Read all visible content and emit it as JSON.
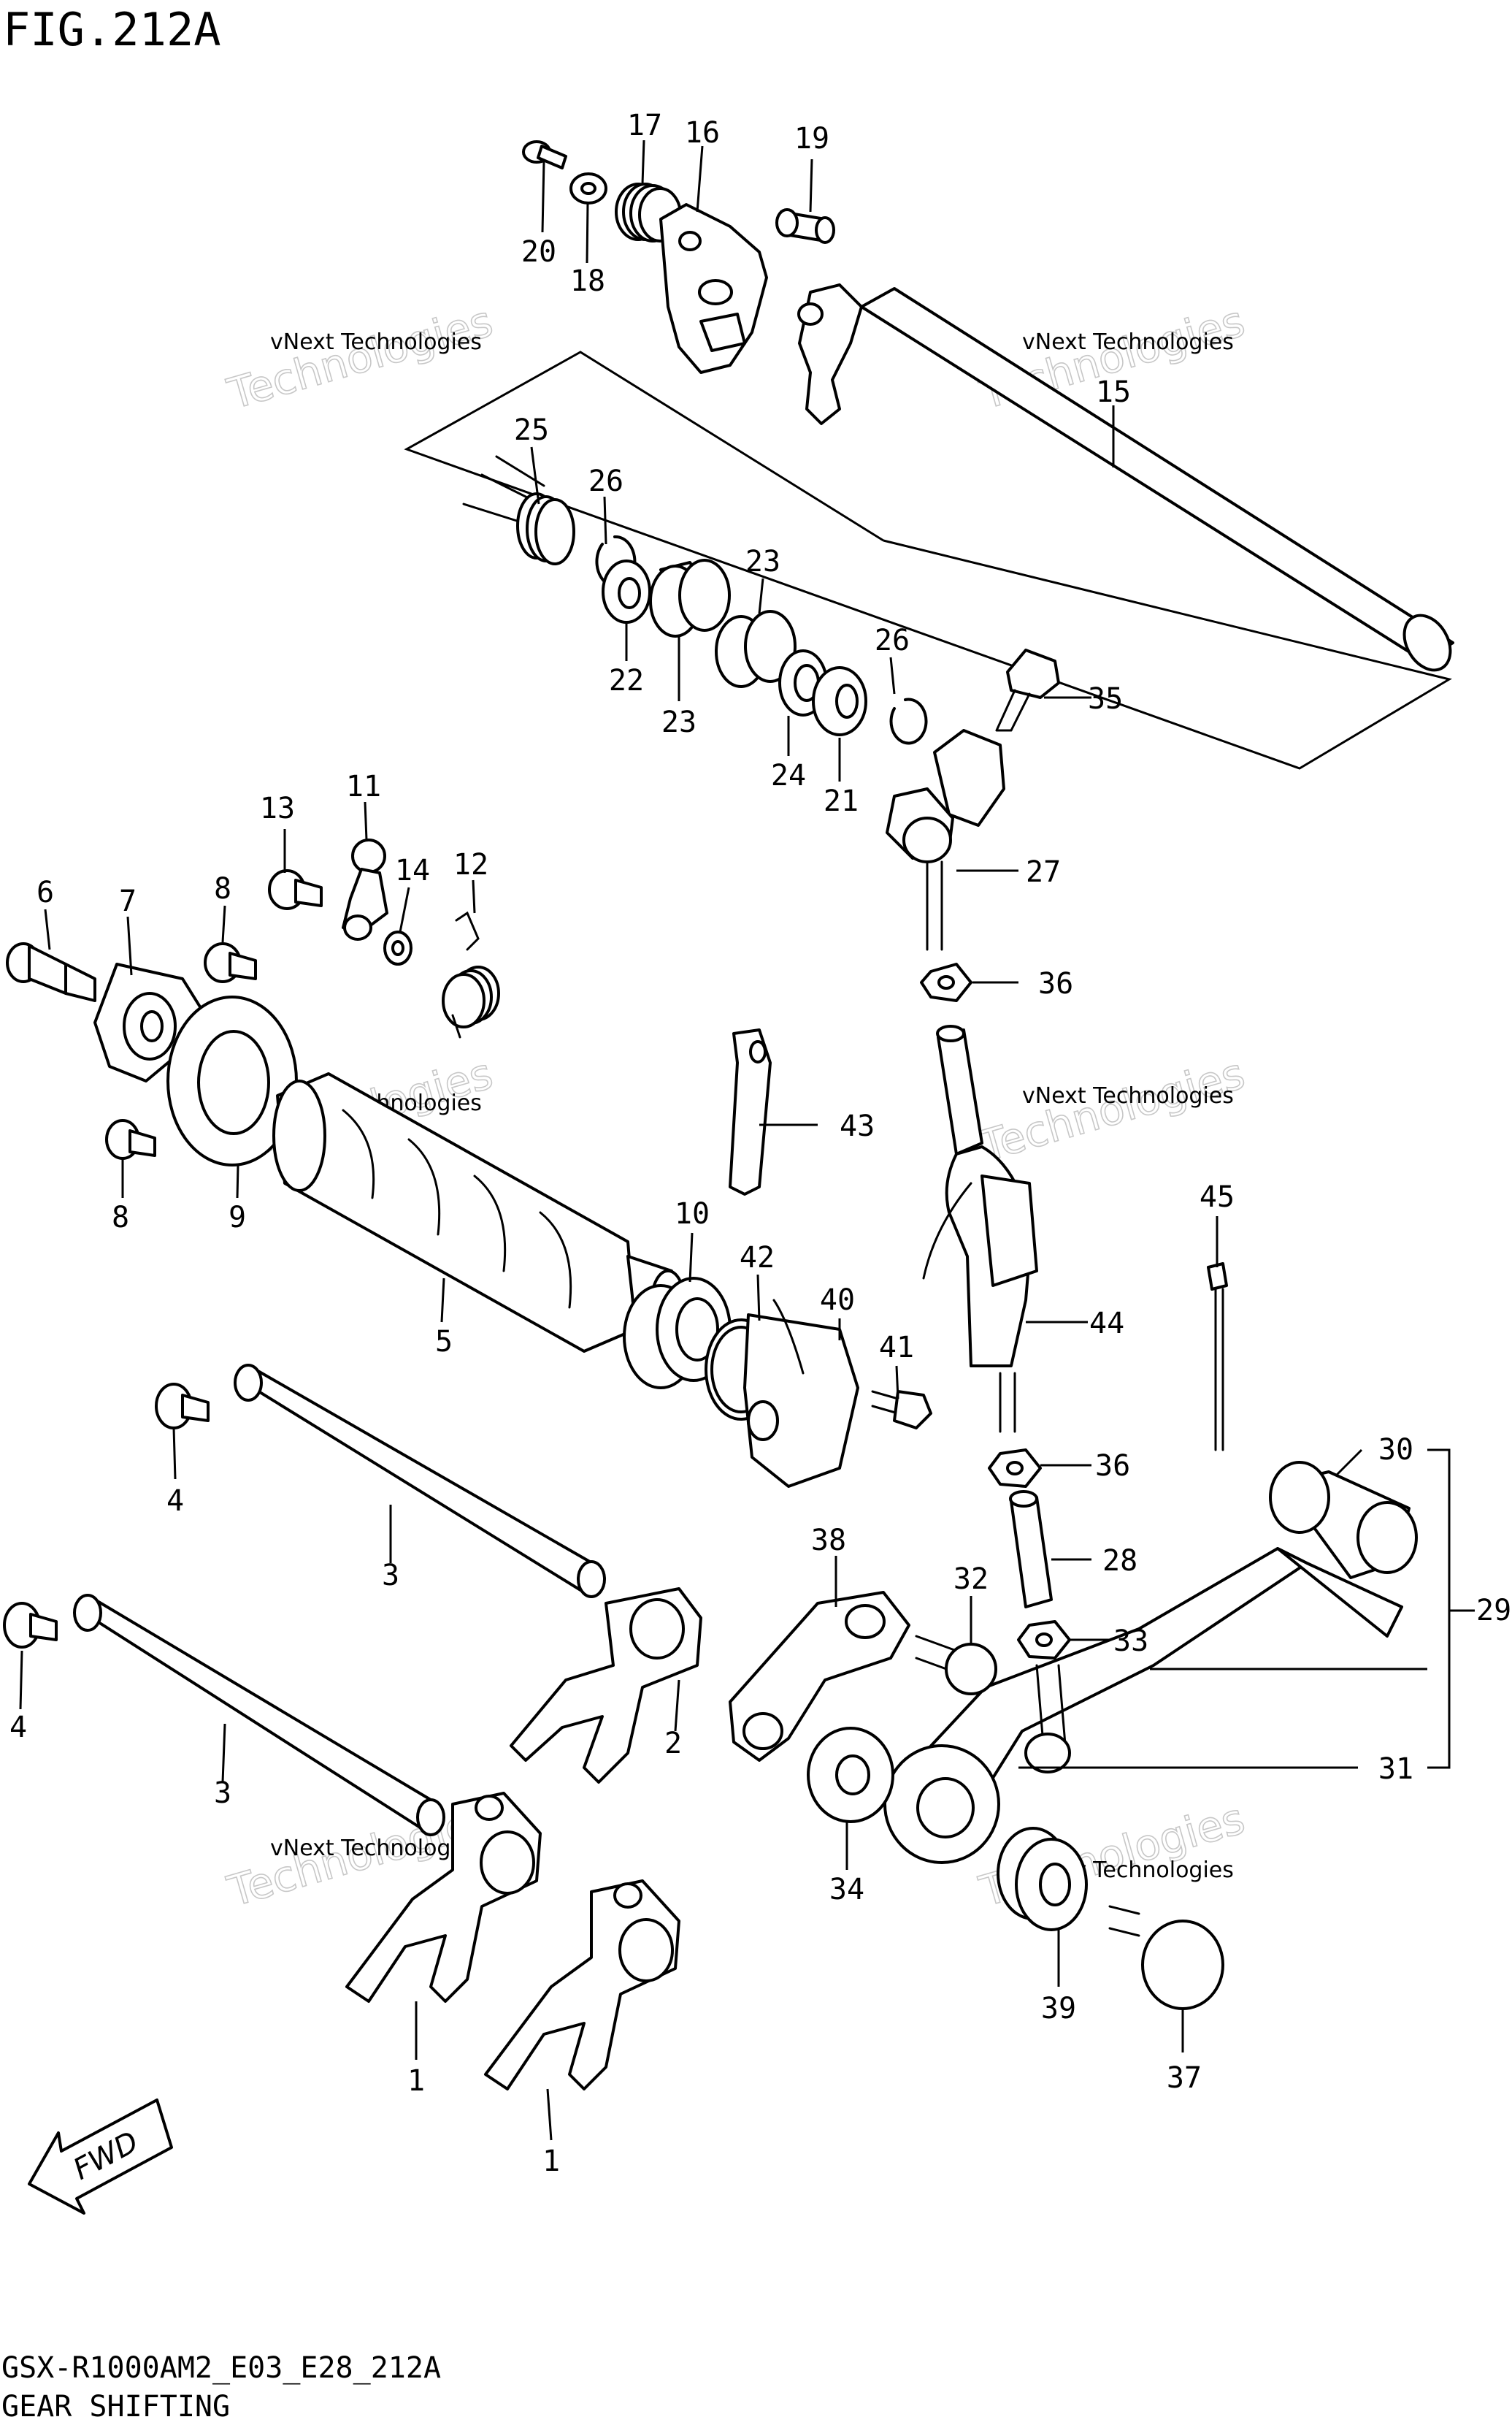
{
  "figure_title": "FIG.212A",
  "model_code": "GSX-R1000AM2_E03_E28_212A",
  "diagram_title": "GEAR SHIFTING",
  "fwd_label": "FWD",
  "watermark": {
    "line1": "vNext Technologies",
    "line2": "vNext Technologies"
  },
  "parts": [
    {
      "id": "p20",
      "label": "20"
    },
    {
      "id": "p18",
      "label": "18"
    },
    {
      "id": "p17",
      "label": "17"
    },
    {
      "id": "p16",
      "label": "16"
    },
    {
      "id": "p19",
      "label": "19"
    },
    {
      "id": "p15",
      "label": "15"
    },
    {
      "id": "p25",
      "label": "25"
    },
    {
      "id": "p26a",
      "label": "26"
    },
    {
      "id": "p22",
      "label": "22"
    },
    {
      "id": "p23a",
      "label": "23"
    },
    {
      "id": "p23b",
      "label": "23"
    },
    {
      "id": "p24",
      "label": "24"
    },
    {
      "id": "p26b",
      "label": "26"
    },
    {
      "id": "p21",
      "label": "21"
    },
    {
      "id": "p35",
      "label": "35"
    },
    {
      "id": "p27",
      "label": "27"
    },
    {
      "id": "p36a",
      "label": "36"
    },
    {
      "id": "p13",
      "label": "13"
    },
    {
      "id": "p11",
      "label": "11"
    },
    {
      "id": "p14",
      "label": "14"
    },
    {
      "id": "p12",
      "label": "12"
    },
    {
      "id": "p6",
      "label": "6"
    },
    {
      "id": "p7",
      "label": "7"
    },
    {
      "id": "p8a",
      "label": "8"
    },
    {
      "id": "p8b",
      "label": "8"
    },
    {
      "id": "p9",
      "label": "9"
    },
    {
      "id": "p43",
      "label": "43"
    },
    {
      "id": "p10",
      "label": "10"
    },
    {
      "id": "p42",
      "label": "42"
    },
    {
      "id": "p40",
      "label": "40"
    },
    {
      "id": "p5",
      "label": "5"
    },
    {
      "id": "p41",
      "label": "41"
    },
    {
      "id": "p44",
      "label": "44"
    },
    {
      "id": "p45",
      "label": "45"
    },
    {
      "id": "p36b",
      "label": "36"
    },
    {
      "id": "p4a",
      "label": "4"
    },
    {
      "id": "p3a",
      "label": "3"
    },
    {
      "id": "p30",
      "label": "30"
    },
    {
      "id": "p28",
      "label": "28"
    },
    {
      "id": "p38",
      "label": "38"
    },
    {
      "id": "p32",
      "label": "32"
    },
    {
      "id": "p29",
      "label": "29"
    },
    {
      "id": "p33",
      "label": "33"
    },
    {
      "id": "p4b",
      "label": "4"
    },
    {
      "id": "p2",
      "label": "2"
    },
    {
      "id": "p3b",
      "label": "3"
    },
    {
      "id": "p31",
      "label": "31"
    },
    {
      "id": "p34",
      "label": "34"
    },
    {
      "id": "p39",
      "label": "39"
    },
    {
      "id": "p37",
      "label": "37"
    },
    {
      "id": "p1a",
      "label": "1"
    },
    {
      "id": "p1b",
      "label": "1"
    }
  ]
}
